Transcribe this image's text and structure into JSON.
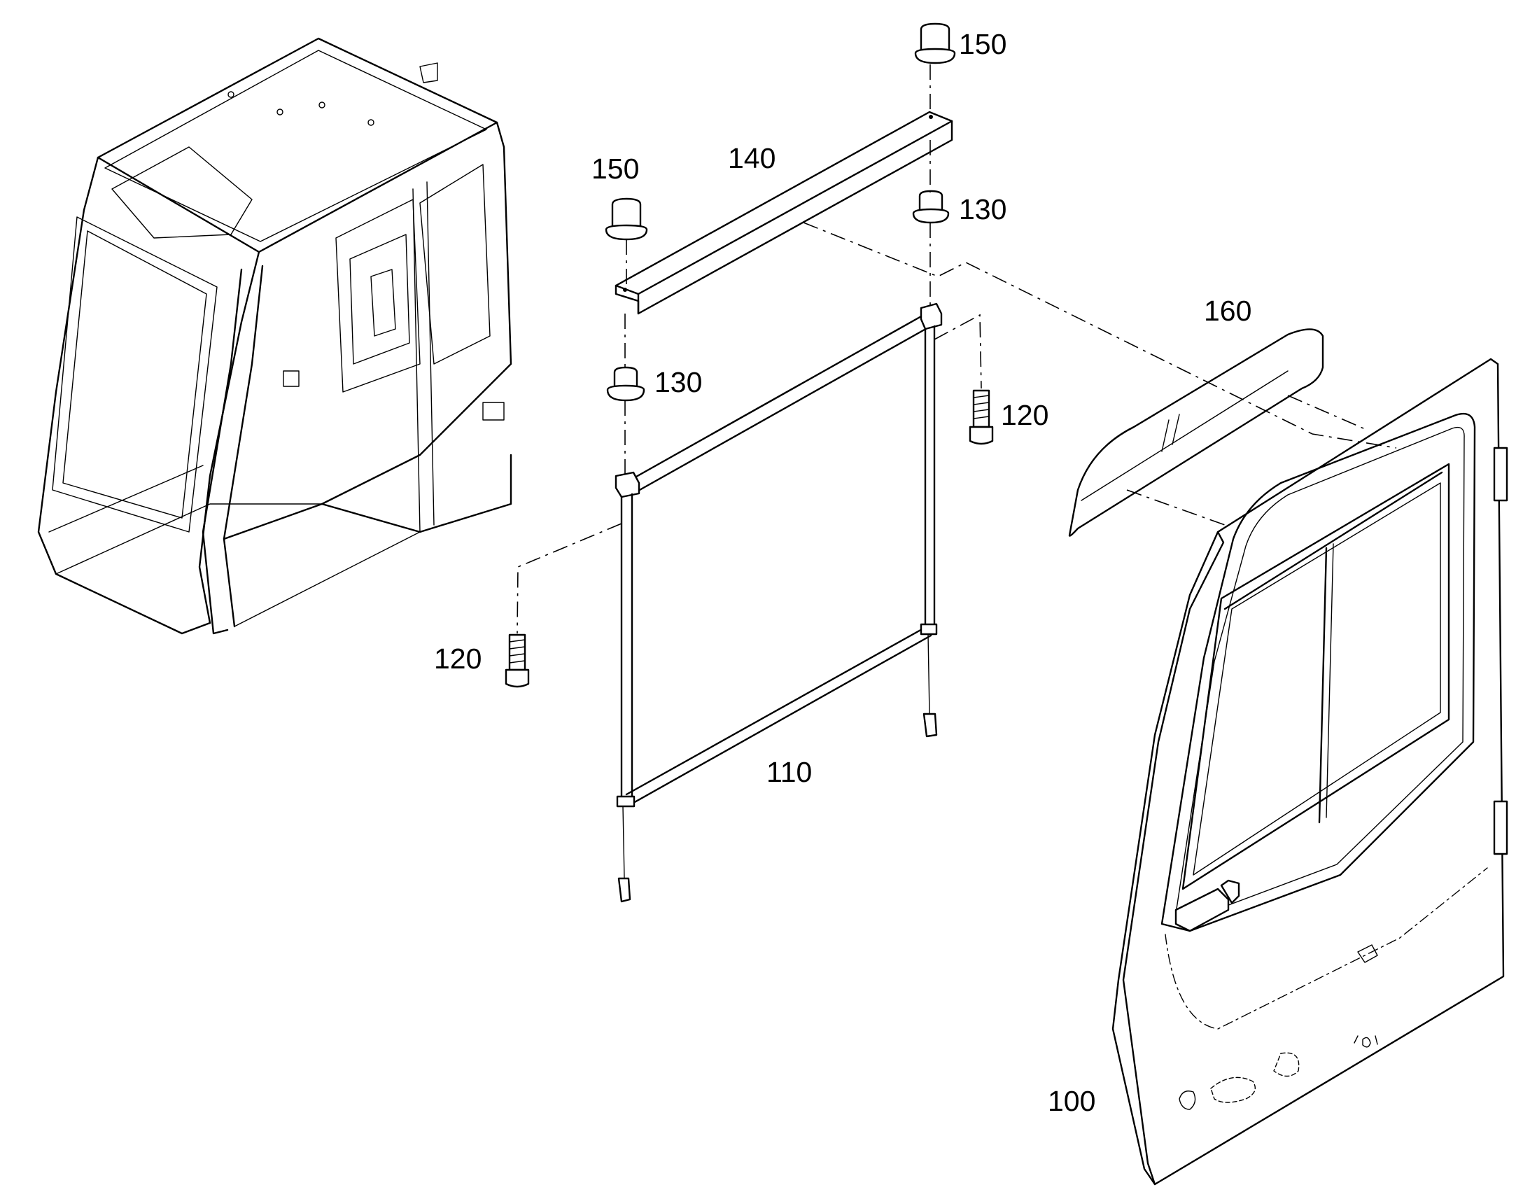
{
  "callouts": {
    "c150_top": "150",
    "c140": "140",
    "c150_left": "150",
    "c130_right": "130",
    "c130_left": "130",
    "c160": "160",
    "c120_right": "120",
    "c120_left": "120",
    "c110": "110",
    "c100": "100"
  },
  "colors": {
    "line": "#000000",
    "background": "#ffffff"
  }
}
